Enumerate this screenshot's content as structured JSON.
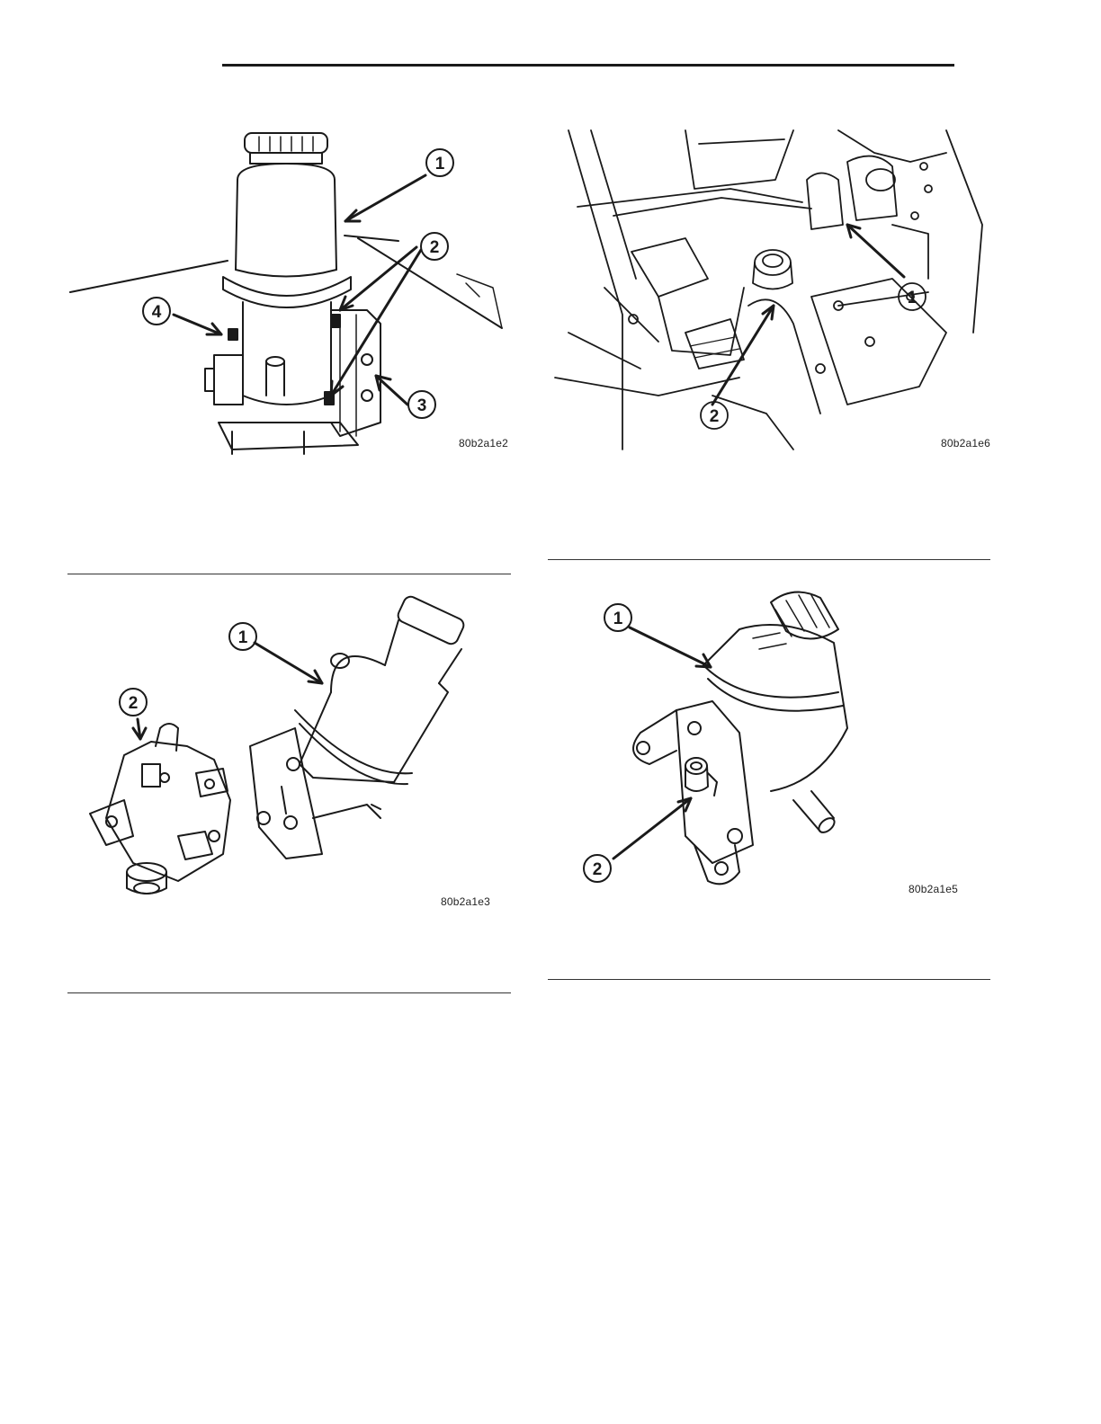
{
  "figures": [
    {
      "id": "fig-1",
      "code": "80b2a1e2",
      "subject": "power steering pump with remote reservoir installed on pump",
      "callouts": [
        {
          "num": "1",
          "target": "reservoir body"
        },
        {
          "num": "2",
          "target": "reservoir mounting fasteners"
        },
        {
          "num": "3",
          "target": "power steering pump"
        },
        {
          "num": "4",
          "target": "fastener"
        }
      ]
    },
    {
      "id": "fig-2",
      "code": "80b2a1e6",
      "subject": "engine compartment with reservoir location",
      "callouts": [
        {
          "num": "1",
          "target": "reservoir"
        },
        {
          "num": "2",
          "target": "bracket"
        }
      ]
    },
    {
      "id": "fig-3",
      "code": "80b2a1e3",
      "subject": "reservoir separated from pump",
      "callouts": [
        {
          "num": "1",
          "target": "reservoir"
        },
        {
          "num": "2",
          "target": "power steering pump"
        }
      ]
    },
    {
      "id": "fig-4",
      "code": "80b2a1e5",
      "subject": "reservoir with mounting bracket",
      "callouts": [
        {
          "num": "1",
          "target": "reservoir"
        },
        {
          "num": "2",
          "target": "fitting"
        }
      ]
    }
  ],
  "colors": {
    "ink": "#1a1a1a",
    "paper": "#ffffff"
  }
}
